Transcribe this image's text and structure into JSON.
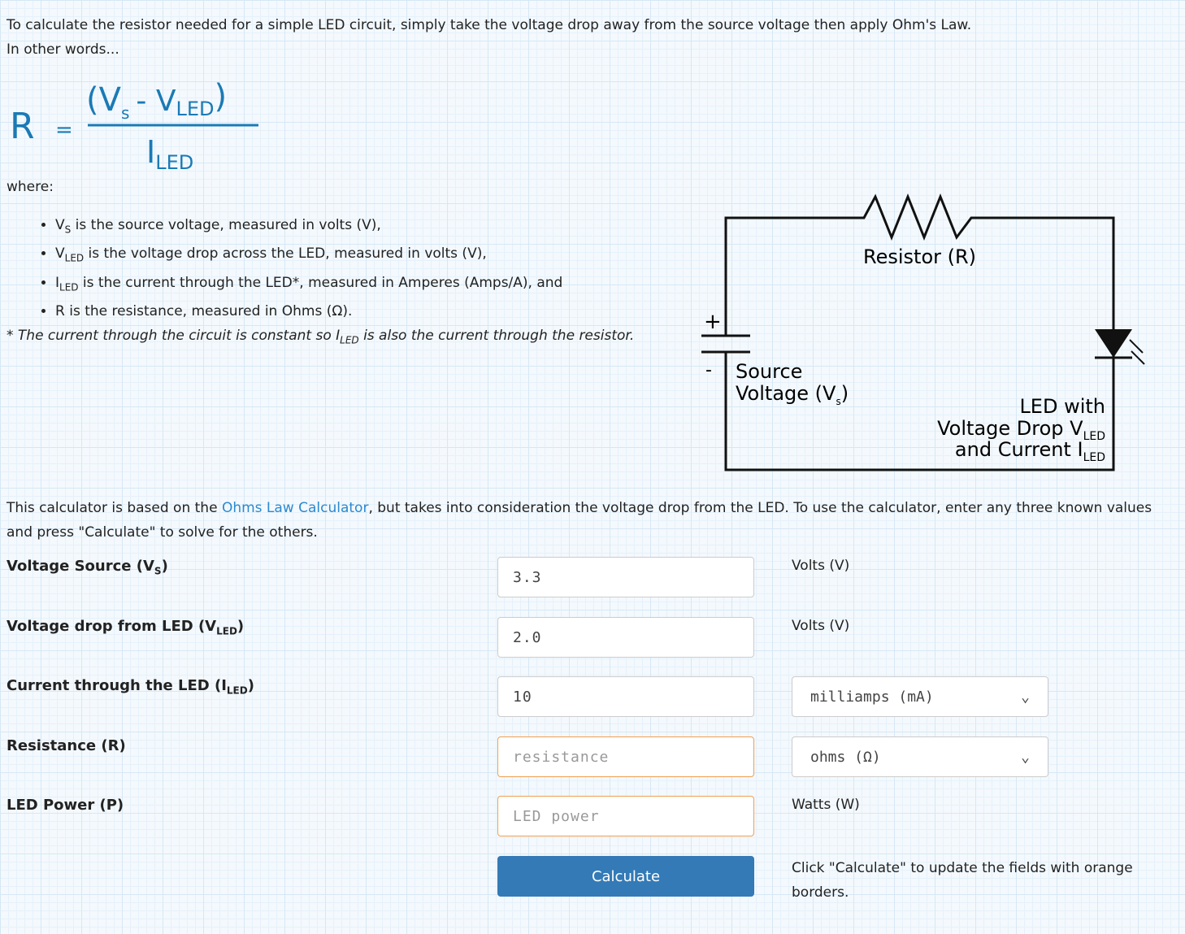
{
  "intro": {
    "line1": "To calculate the resistor needed for a simple LED circuit, simply take the voltage drop away from the source voltage then apply Ohm's Law.",
    "line2": "In other words..."
  },
  "formula": {
    "r": "R",
    "eq": "=",
    "num_open": "(V",
    "s": "s",
    "minus": "- V",
    "led": "LED",
    "close": ")",
    "den": "I"
  },
  "where": "where:",
  "bullets": [
    {
      "sym": "V",
      "sub": "S",
      "text": " is the source voltage, measured in volts (V),"
    },
    {
      "sym": "V",
      "sub": "LED",
      "text": " is the voltage drop across the LED, measured in volts (V),"
    },
    {
      "sym": "I",
      "sub": "LED",
      "text": " is the current through the LED*, measured in Amperes (Amps/A), and"
    },
    {
      "sym": "R",
      "sub": "",
      "text": " is the resistance, measured in Ohms (Ω)."
    }
  ],
  "note": {
    "a": "* The current through the circuit is constant so I",
    "sub": "LED",
    "b": " is also the current through the resistor."
  },
  "diagram": {
    "resistor": "Resistor (R)",
    "plus": "+",
    "minus": "-",
    "source1": "Source",
    "source2": "Voltage (V",
    "source_sub": "s",
    "source_end": ")",
    "led1": "LED with",
    "led2": "Voltage Drop V",
    "led3": "and Current I",
    "led_sub": "LED"
  },
  "calc_intro": {
    "a": "This calculator is based on the ",
    "link": "Ohms Law Calculator",
    "b": ", but takes into consideration the voltage drop from the LED. To use the calculator, enter any three known values and press \"Calculate\" to solve for the others."
  },
  "rows": [
    {
      "label": "Voltage Source (V",
      "sub": "S",
      "end": ")",
      "value": "3.3",
      "placeholder": "",
      "unit": "Volts (V)"
    },
    {
      "label": "Voltage drop from LED (V",
      "sub": "LED",
      "end": ")",
      "value": "2.0",
      "placeholder": "",
      "unit": "Volts (V)"
    },
    {
      "label": "Current through the LED (I",
      "sub": "LED",
      "end": ")",
      "value": "10",
      "placeholder": "",
      "unit": "milliamps (mA)"
    },
    {
      "label": "Resistance (R)",
      "sub": "",
      "end": "",
      "value": "",
      "placeholder": "resistance",
      "unit": "ohms (Ω)"
    },
    {
      "label": "LED Power (P)",
      "sub": "",
      "end": "",
      "value": "",
      "placeholder": "LED power",
      "unit": "Watts (W)"
    }
  ],
  "calculate": "Calculate",
  "hint": "Click \"Calculate\" to update the fields with orange borders.",
  "colors": {
    "formula": "#1a7ab5",
    "button": "#337ab7",
    "orange_border": "#f0a050",
    "link": "#2a8ad0"
  }
}
